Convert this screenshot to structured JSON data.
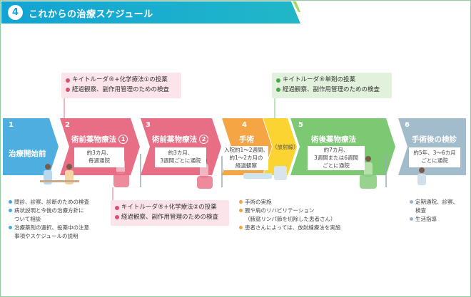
{
  "header": {
    "badge": "4",
    "title": "これからの治療スケジュール"
  },
  "notes": {
    "top_pink": [
      "キイトルーダ®+化学療法①の投薬",
      "経過観察、副作用管理のための検査"
    ],
    "top_green": [
      "キイトルーダ®単剤の投薬",
      "経過観察、副作用管理のための検査"
    ],
    "bottom_pink": [
      "キイトルーダ®+化学療法②の投薬",
      "経過観察、副作用管理のための検査"
    ]
  },
  "stages": [
    {
      "number": "1",
      "title": "治療開始前"
    },
    {
      "number": "2",
      "title": "術前薬物療法",
      "circle": "1",
      "info": [
        "約3カ月、",
        "毎週通院"
      ]
    },
    {
      "number": "3",
      "title": "術前薬物療法",
      "circle": "2",
      "info": [
        "約3カ月、",
        "3週間ごとに通院"
      ]
    },
    {
      "number": "4",
      "title": "手術",
      "info": [
        "入院約1～2週間、",
        "約1～2カ月の",
        "経過観察"
      ]
    },
    {
      "number": "",
      "title": "（放射線）"
    },
    {
      "number": "5",
      "title": "術後薬物療法",
      "info": [
        "約7カ月、",
        "3週間または6週間",
        "ごとに通院"
      ]
    },
    {
      "number": "6",
      "title": "手術後の検診",
      "info": [
        "約5年、3～6カ月",
        "ごとに通院"
      ]
    }
  ],
  "bullets": {
    "stage1": [
      "問診、診察、診断のための検査",
      "病状説明と今後の治療方針に",
      "ついて相談",
      "治療薬剤の選択、投薬中の注意",
      "事項やスケジュールの説明"
    ],
    "stage4": [
      "手術の実施",
      "腕や肩のリハビリテーション",
      "（腋窩リンパ節を切除した患者さん）",
      "患者さんによっては、放射線療法を実施"
    ],
    "stage6": [
      "定期通院、診察、",
      "検査",
      "生活指導"
    ]
  },
  "colors": {
    "header": "#12a3d4",
    "stage1": "#4eaee0",
    "stage2": "#e86e85",
    "stage3": "#e86e85",
    "stage4": "#f6a545",
    "radiation": "#fbd431",
    "stage5": "#7dc873",
    "stage6": "#a3bccc",
    "pink_note": "#fbe4ea",
    "green_note": "#e2f1dc"
  }
}
